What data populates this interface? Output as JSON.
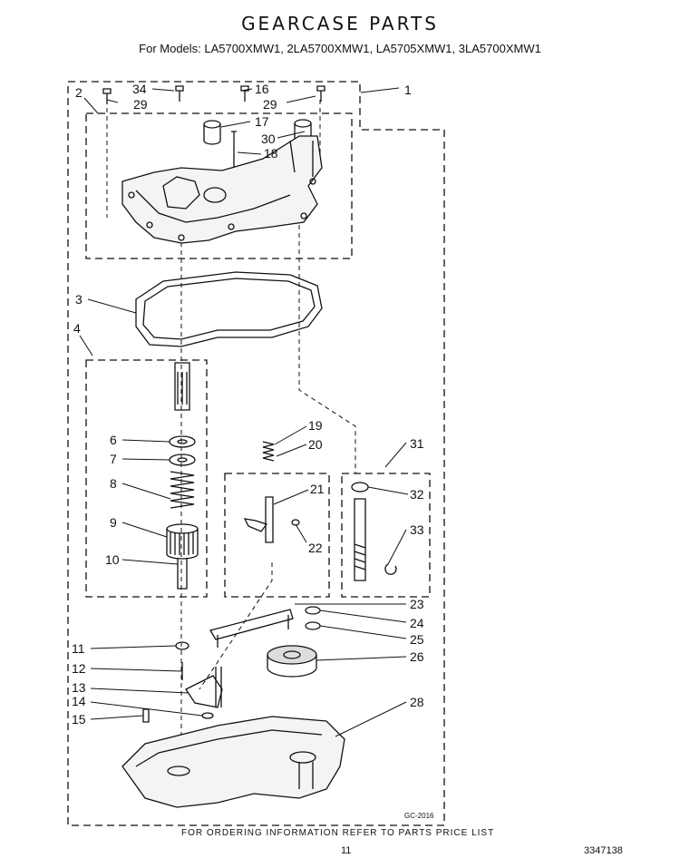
{
  "title": "GEARCASE PARTS",
  "subtitle": "For Models: LA5700XMW1, 2LA5700XMW1, LA5705XMW1, 3LA5700XMW1",
  "footer_note": "FOR ORDERING INFORMATION REFER TO PARTS PRICE LIST",
  "page_number": "11",
  "document_number": "3347138",
  "figure_code": "GC-2016",
  "callouts": {
    "c1": "1",
    "c2": "2",
    "c3": "3",
    "c4": "4",
    "c6": "6",
    "c7": "7",
    "c8": "8",
    "c9": "9",
    "c10": "10",
    "c11": "11",
    "c12": "12",
    "c13": "13",
    "c14": "14",
    "c15": "15",
    "c16": "16",
    "c17": "17",
    "c18": "18",
    "c19": "19",
    "c20": "20",
    "c21": "21",
    "c22": "22",
    "c23": "23",
    "c24": "24",
    "c25": "25",
    "c26": "26",
    "c28": "28",
    "c29a": "29",
    "c29b": "29",
    "c30": "30",
    "c31": "31",
    "c32": "32",
    "c33": "33",
    "c34": "34"
  }
}
